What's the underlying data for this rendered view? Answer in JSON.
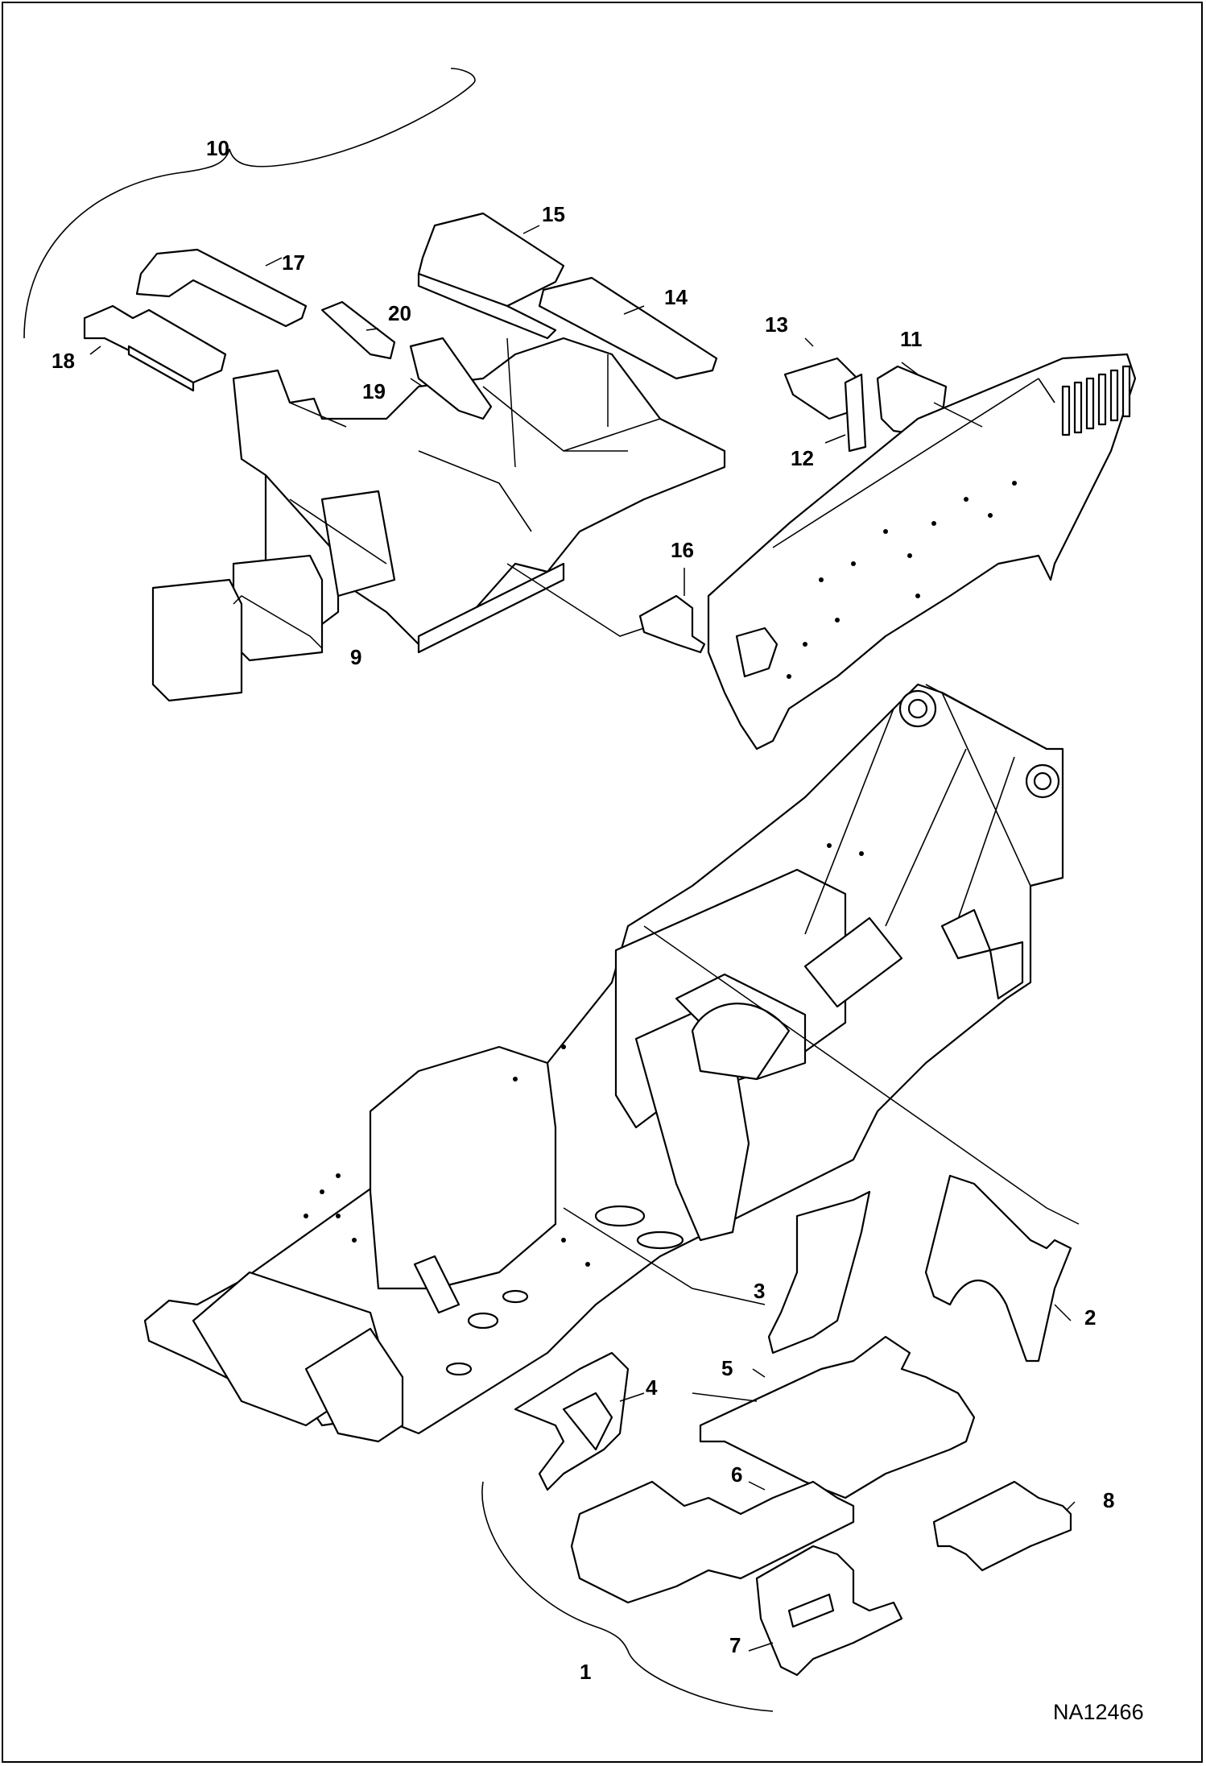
{
  "figure": {
    "id_code": "NA12466",
    "callouts": [
      {
        "number": "1"
      },
      {
        "number": "2"
      },
      {
        "number": "3"
      },
      {
        "number": "4"
      },
      {
        "number": "5"
      },
      {
        "number": "6"
      },
      {
        "number": "7"
      },
      {
        "number": "8"
      },
      {
        "number": "9"
      },
      {
        "number": "10"
      },
      {
        "number": "11"
      },
      {
        "number": "12"
      },
      {
        "number": "13"
      },
      {
        "number": "14"
      },
      {
        "number": "15"
      },
      {
        "number": "16"
      },
      {
        "number": "17"
      },
      {
        "number": "18"
      },
      {
        "number": "19"
      },
      {
        "number": "20"
      }
    ]
  }
}
